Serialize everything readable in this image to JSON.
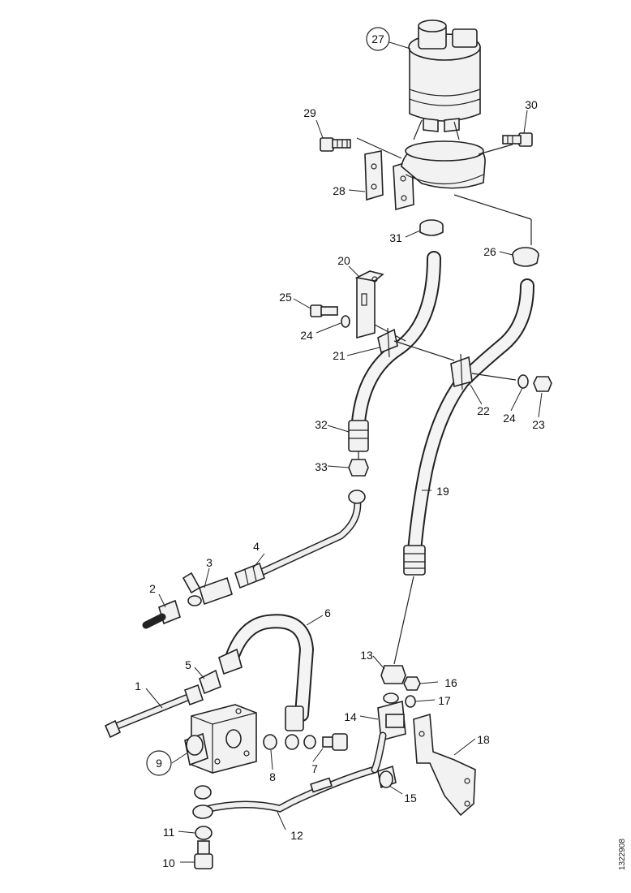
{
  "labels": {
    "l1": "1",
    "l2": "2",
    "l3": "3",
    "l4": "4",
    "l5": "5",
    "l6": "6",
    "l7": "7",
    "l8": "8",
    "l9": "9",
    "l10": "10",
    "l11": "11",
    "l12": "12",
    "l13": "13",
    "l14": "14",
    "l15": "15",
    "l16": "16",
    "l17": "17",
    "l18": "18",
    "l19": "19",
    "l20": "20",
    "l21": "21",
    "l22": "22",
    "l23": "23",
    "l24a": "24",
    "l24b": "24",
    "l25": "25",
    "l26": "26",
    "l27": "27",
    "l28": "28",
    "l29": "29",
    "l30": "30",
    "l31": "31",
    "l32": "32",
    "l33": "33"
  },
  "drawing_ref": "1322908"
}
